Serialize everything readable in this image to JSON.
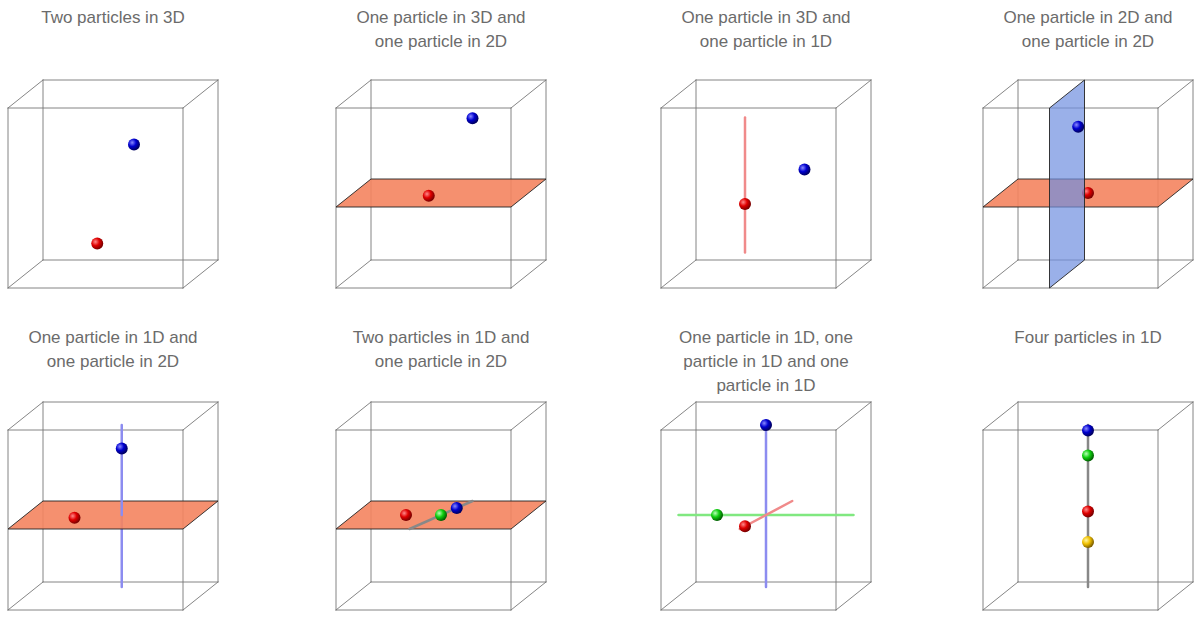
{
  "diagram": {
    "labels": [
      "Two particles in 3D",
      "One particle in 3D and one particle in 2D",
      "One particle in 3D and one particle in 1D",
      "One particle in 2D and one particle in 2D",
      "One particle in 1D and one particle in 2D",
      "Two particles in 1D and one particle in 2D",
      "One particle in 1D, one particle in 1D and one particle in 1D",
      "Four particles in 1D"
    ]
  }
}
